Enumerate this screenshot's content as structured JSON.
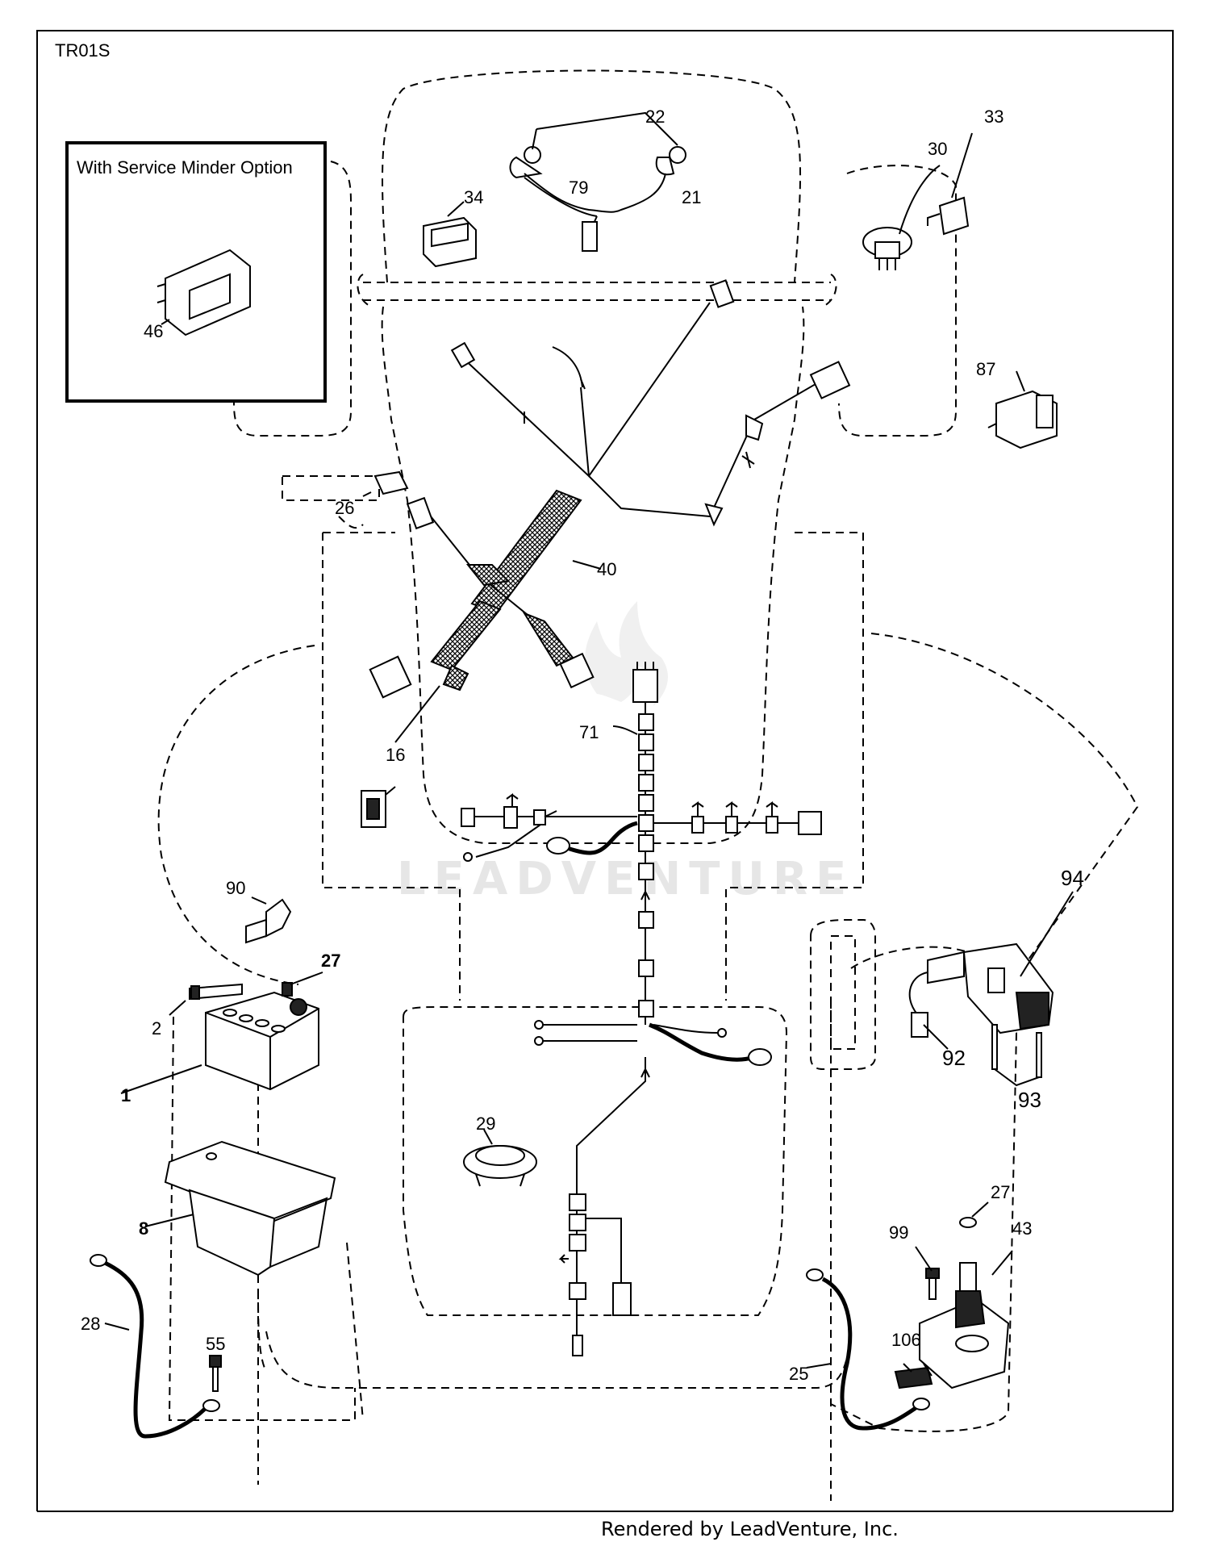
{
  "diagram": {
    "frame_label": "TR01S",
    "inset_title": "With Service Minder Option",
    "footer": "Rendered by LeadVenture, Inc.",
    "watermark": "LEADVENTURE",
    "callouts": {
      "c1": "1",
      "c2": "2",
      "c8": "8",
      "c16": "16",
      "c21": "21",
      "c22": "22",
      "c25": "25",
      "c26": "26",
      "c27a": "27",
      "c27b": "27",
      "c28": "28",
      "c29": "29",
      "c30": "30",
      "c33": "33",
      "c34": "34",
      "c40": "40",
      "c43": "43",
      "c46": "46",
      "c55": "55",
      "c71": "71",
      "c79": "79",
      "c87": "87",
      "c90": "90",
      "c92": "92",
      "c93": "93",
      "c94": "94",
      "c99": "99",
      "c106": "106"
    }
  }
}
